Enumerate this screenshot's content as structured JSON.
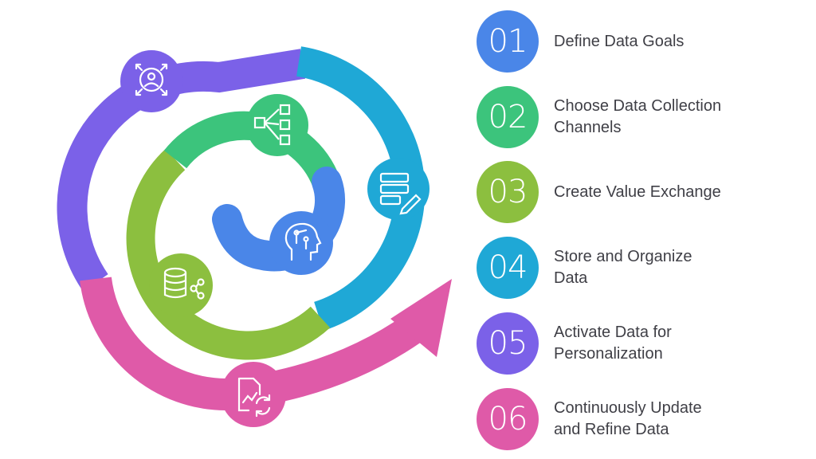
{
  "steps": [
    {
      "number": "01",
      "label": "Define Data Goals",
      "color": "#4a86e8"
    },
    {
      "number": "02",
      "label": "Choose Data Collection\nChannels",
      "color": "#3cc47c"
    },
    {
      "number": "03",
      "label": "Create Value Exchange",
      "color": "#8cbf3f"
    },
    {
      "number": "04",
      "label": "Store and Organize\nData",
      "color": "#1fa8d6"
    },
    {
      "number": "05",
      "label": "Activate Data for\nPersonalization",
      "color": "#7b61e8"
    },
    {
      "number": "06",
      "label": "Continuously Update\nand Refine Data",
      "color": "#df5aa8"
    }
  ],
  "icons": [
    {
      "name": "user-network-icon",
      "color": "#7b61e8"
    },
    {
      "name": "workflow-icon",
      "color": "#3cc47c"
    },
    {
      "name": "database-edit-icon",
      "color": "#1fa8d6"
    },
    {
      "name": "ai-head-icon",
      "color": "#4a86e8"
    },
    {
      "name": "database-share-icon",
      "color": "#8cbf3f"
    },
    {
      "name": "document-chart-refresh-icon",
      "color": "#df5aa8"
    }
  ]
}
